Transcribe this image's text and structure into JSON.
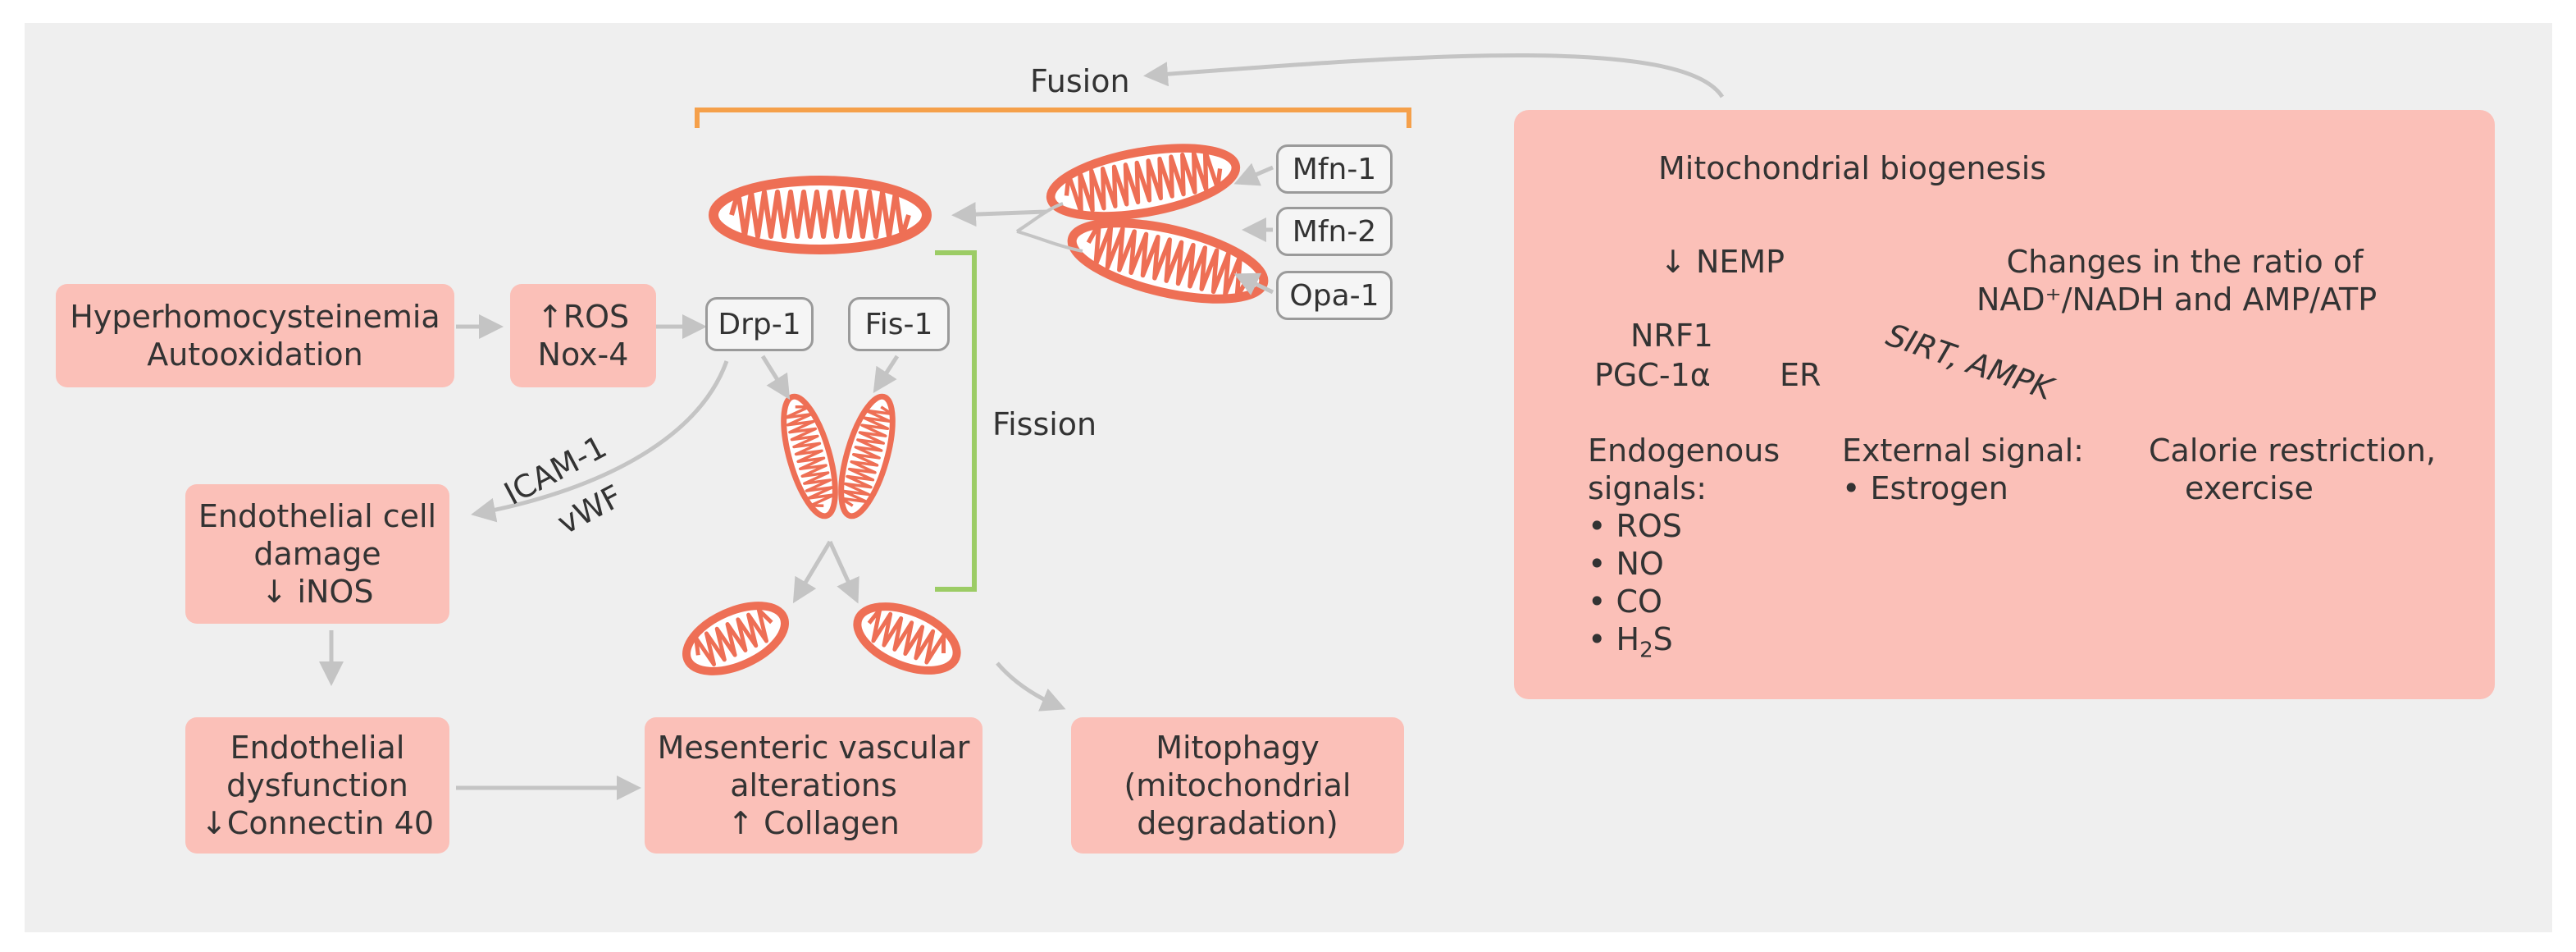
{
  "fusion_label": "Fusion",
  "fission_label": "Fission",
  "fusion_proteins": [
    "Mfn-1",
    "Mfn-2",
    "Opa-1"
  ],
  "drp1": "Drp-1",
  "fis1": "Fis-1",
  "hyperhomo": {
    "line1": "Hyperhomocysteinemia",
    "line2": "Autooxidation"
  },
  "ros_box": {
    "arrow": "↑",
    "line1": "ROS",
    "line2": "Nox-4"
  },
  "icam": "ICAM-1",
  "vwf": "vWF",
  "endo_damage": {
    "line1": "Endothelial cell",
    "line2": "damage",
    "arrow": "↓",
    "line3": "iNOS"
  },
  "endo_dysfunction": {
    "line1": "Endothelial",
    "line2": "dysfunction",
    "arrow": "↓",
    "line3": "Connectin 40"
  },
  "mesenteric": {
    "line1": "Mesenteric vascular",
    "line2": "alterations",
    "arrow": "↑",
    "line3": "Collagen"
  },
  "mitophagy": {
    "line1": "Mitophagy",
    "line2": "(mitochondrial",
    "line3": "degradation)"
  },
  "right_panel": {
    "biogenesis": "Mitochondrial biogenesis",
    "nemp_arrow": "↓",
    "nemp": "NEMP",
    "ratio_line1": "Changes in the ratio of",
    "ratio_line2": "NAD⁺/NADH and AMP/ATP",
    "nrf1": "NRF1",
    "pgc": "PGC-1α",
    "er": "ER",
    "sirt": "SIRT, AMPK",
    "endogenous_line1": "Endogenous",
    "endogenous_line2": "signals:",
    "endogenous_items": [
      "• ROS",
      "• NO",
      "• CO"
    ],
    "h2s_prefix": "• H",
    "h2s_sub": "2",
    "h2s_suffix": "S",
    "external_line1": "External signal:",
    "external_line2": "• Estrogen",
    "calorie_line1": "Calorie restriction,",
    "calorie_line2": "exercise"
  },
  "colors": {
    "background": "#efefef",
    "box_fill": "#fbc0b8",
    "mito_stroke": "#ee6f55",
    "fusion_bracket": "#f5a04a",
    "fission_bracket": "#9ccc65",
    "arrow_gray": "#c4c4c4",
    "panel_arrow": "#d9908a"
  }
}
